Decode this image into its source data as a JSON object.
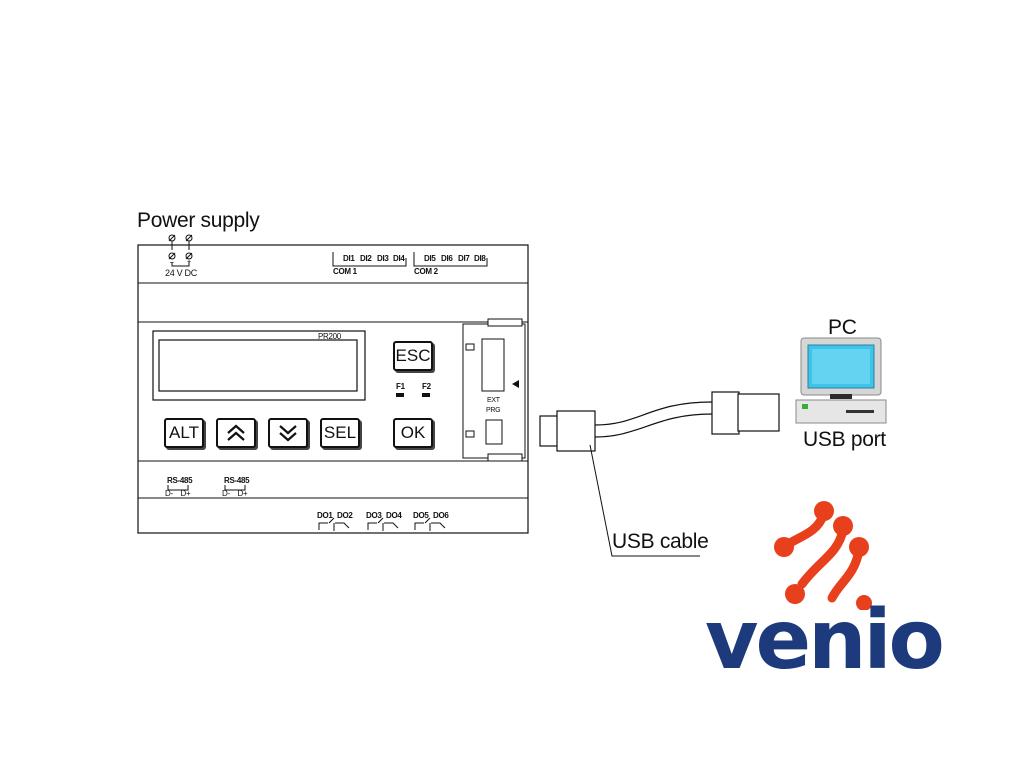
{
  "device": {
    "power_label": "Power supply",
    "voltage_label": "24 V DC",
    "model_label": "PR200",
    "inputs_group1": [
      "DI1",
      "DI2",
      "DI3",
      "DI4"
    ],
    "inputs_group2": [
      "DI5",
      "DI6",
      "DI7",
      "DI8"
    ],
    "com1_label": "COM 1",
    "com2_label": "COM 2",
    "buttons": {
      "esc": "ESC",
      "alt": "ALT",
      "sel": "SEL",
      "ok": "OK"
    },
    "indicators": [
      "F1",
      "F2"
    ],
    "slot_labels": [
      "EXT",
      "PRG"
    ],
    "rs485_1": {
      "title": "RS-485",
      "pins": "D-    D+"
    },
    "rs485_2": {
      "title": "RS-485",
      "pins": "D-    D+"
    },
    "outputs": [
      {
        "a": "DO1",
        "b": "DO2"
      },
      {
        "a": "DO3",
        "b": "DO4"
      },
      {
        "a": "DO5",
        "b": "DO6"
      }
    ]
  },
  "connection": {
    "cable_label": "USB cable",
    "pc_label": "PC",
    "port_label": "USB port"
  },
  "brand": {
    "name": "venio",
    "primary_color": "#1d3a7c",
    "accent_color": "#e8401c"
  }
}
